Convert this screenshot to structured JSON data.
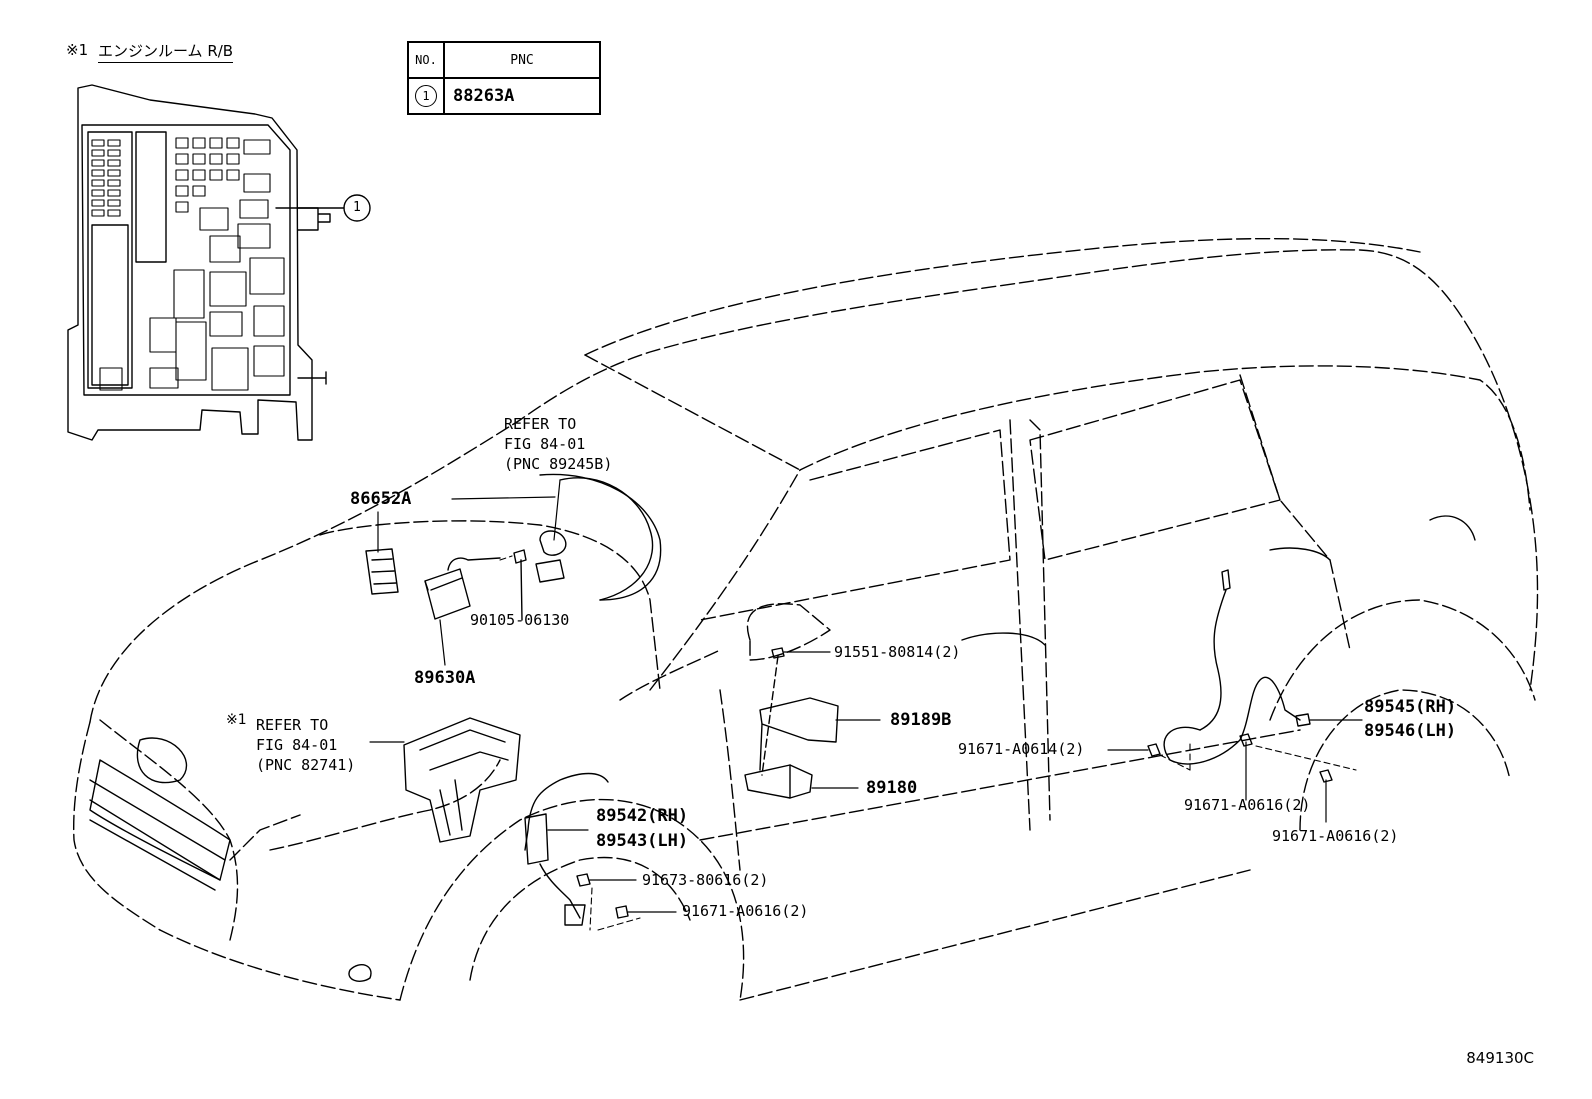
{
  "inset": {
    "note_mark": "※1",
    "title": "エンジンルーム R/B",
    "callout": "1"
  },
  "pnc_table": {
    "header_no": "NO.",
    "header_pnc": "PNC",
    "rows": [
      {
        "no": "1",
        "pnc": "88263A"
      }
    ]
  },
  "refer_top": {
    "line1": "REFER TO",
    "line2": "FIG 84-01",
    "line3": "(PNC 89245B)"
  },
  "refer_left": {
    "mark": "※1",
    "line1": "REFER TO",
    "line2": "FIG 84-01",
    "line3": "(PNC 82741)"
  },
  "parts": {
    "p86652A": "86652A",
    "p90105": "90105-06130",
    "p89630A": "89630A",
    "p91551": "91551-80814(2)",
    "p89189B": "89189B",
    "p89180": "89180",
    "p91671_a0614": "91671-A0614(2)",
    "p89545": "89545(RH)",
    "p89546": "89546(LH)",
    "p91671_a0616_a": "91671-A0616(2)",
    "p91671_a0616_b": "91671-A0616(2)",
    "p89542": "89542(RH)",
    "p89543": "89543(LH)",
    "p91673": "91673-80616(2)",
    "p91671_a0616_c": "91671-A0616(2)"
  },
  "figure_id": "849130C"
}
